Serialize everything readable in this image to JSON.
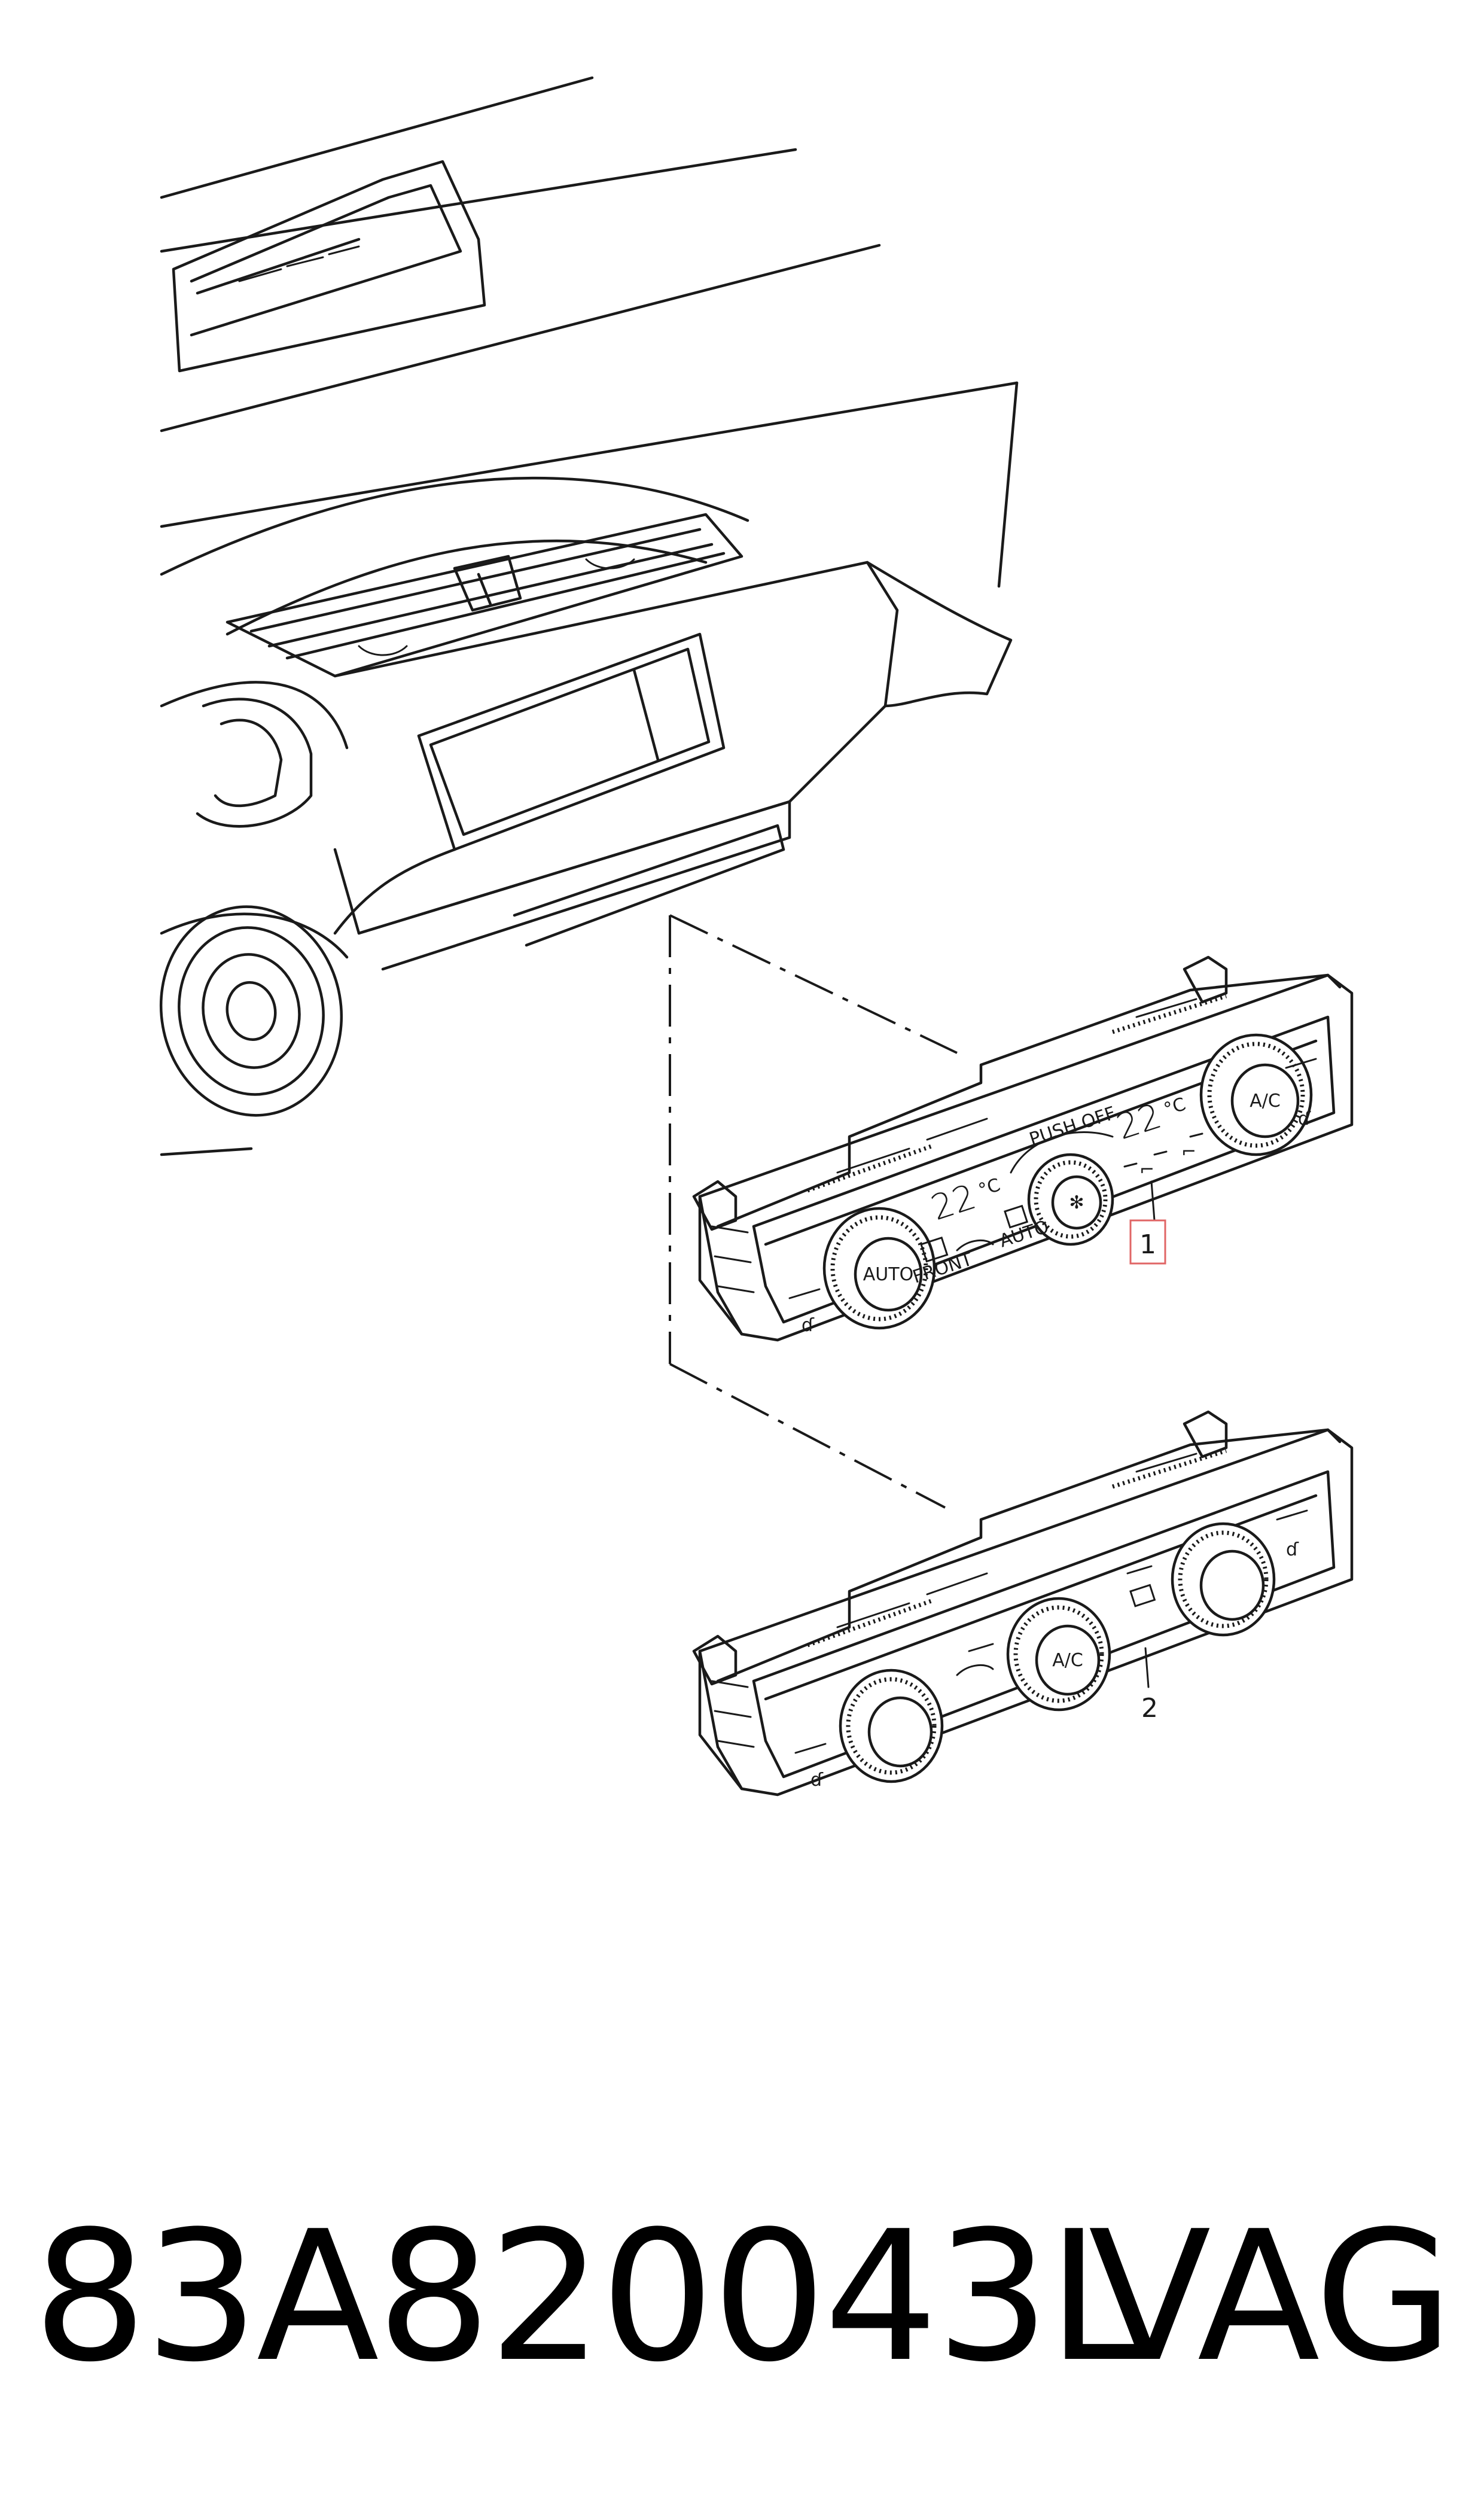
{
  "callouts": {
    "item1": "1",
    "item2": "2"
  },
  "panel1": {
    "temp_left": "22",
    "temp_left_unit": "°C",
    "temp_right": "22",
    "temp_right_unit": "°C",
    "auto_label": "AUTO",
    "ac_label": "A/C",
    "push_off": "PUSH OFF",
    "front_label": "FRONT",
    "auto_small": "AUTO"
  },
  "panel2": {
    "ac_label": "A/C"
  },
  "caption": {
    "part_number": "83A820043L",
    "brand": "VAG"
  },
  "colors": {
    "line": "#1a1a1a",
    "callout_highlight": "#e06666",
    "background": "#ffffff"
  }
}
